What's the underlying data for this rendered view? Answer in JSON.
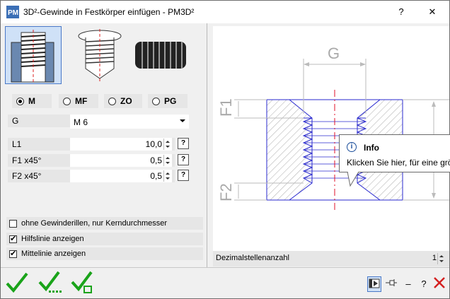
{
  "window": {
    "title": "3D²-Gewinde in Festkörper einfügen   -   PM3D²",
    "help_glyph": "?",
    "close_glyph": "✕"
  },
  "thread_types": [
    {
      "label": "M",
      "selected": true
    },
    {
      "label": "MF",
      "selected": false
    },
    {
      "label": "ZO",
      "selected": false
    },
    {
      "label": "PG",
      "selected": false
    }
  ],
  "params": {
    "g_label": "G",
    "g_value": "M 6",
    "l1_label": "L1",
    "l1_value": "10,0",
    "f1_label": "F1  x45°",
    "f1_value": "0,5",
    "f2_label": "F2  x45°",
    "f2_value": "0,5",
    "help_glyph": "?"
  },
  "options": [
    {
      "label": "ohne Gewinderillen, nur Kerndurchmesser",
      "checked": false
    },
    {
      "label": "Hilfslinie anzeigen",
      "checked": true
    },
    {
      "label": "Mittelinie anzeigen",
      "checked": true
    }
  ],
  "drawing": {
    "label_g": "G",
    "label_f1": "F1",
    "label_f2": "F2"
  },
  "decimal": {
    "label": "Dezimalstellenanzahl",
    "value": "1"
  },
  "tooltip": {
    "title": "Info",
    "text": "Klicken Sie hier, für eine grö"
  },
  "bottom_icons": {
    "pin": "pin-icon",
    "minimize": "–",
    "help": "?"
  },
  "colors": {
    "accent_green": "#1aa31a",
    "drawing_blue": "#2a2acf",
    "centerline_red": "#e0102a",
    "cancel_red": "#d42020"
  }
}
